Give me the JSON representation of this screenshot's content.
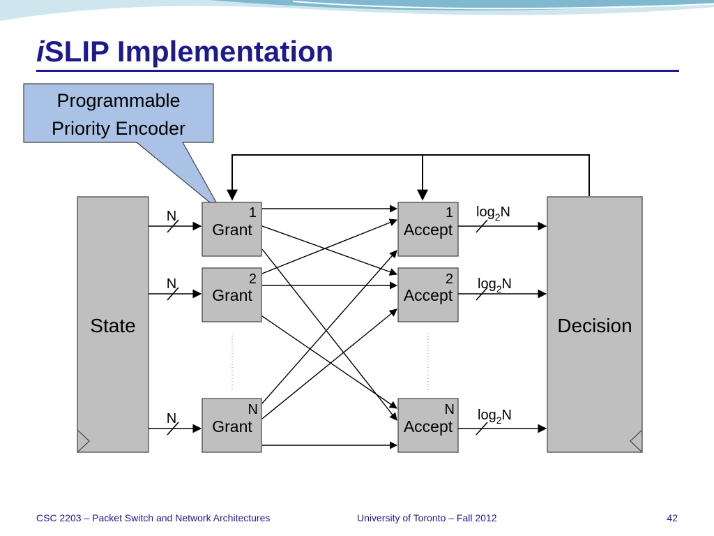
{
  "header": {
    "title_italic": "i",
    "title_rest": "SLIP Implementation"
  },
  "callout": {
    "line1": "Programmable",
    "line2": "Priority Encoder",
    "fill_color": "#a9c2e6"
  },
  "state_block": {
    "label": "State"
  },
  "decision_block": {
    "label": "Decision"
  },
  "grant_blocks": [
    {
      "index": "1",
      "label": "Grant",
      "bus": "N"
    },
    {
      "index": "2",
      "label": "Grant",
      "bus": "N"
    },
    {
      "index": "N",
      "label": "Grant",
      "bus": "N"
    }
  ],
  "accept_blocks": [
    {
      "index": "1",
      "label": "Accept",
      "bus_base": "log",
      "bus_sub": "2",
      "bus_var": "N"
    },
    {
      "index": "2",
      "label": "Accept",
      "bus_base": "log",
      "bus_sub": "2",
      "bus_var": "N"
    },
    {
      "index": "N",
      "label": "Accept",
      "bus_base": "log",
      "bus_sub": "2",
      "bus_var": "N"
    }
  ],
  "colors": {
    "block_fill": "#bfbfbf",
    "title_color": "#1c1a8c",
    "wave_color": "#7fb8cf"
  },
  "footer": {
    "left": "CSC 2203 – Packet Switch and Network Architectures",
    "center": "University of Toronto – Fall 2012",
    "page": "42"
  }
}
